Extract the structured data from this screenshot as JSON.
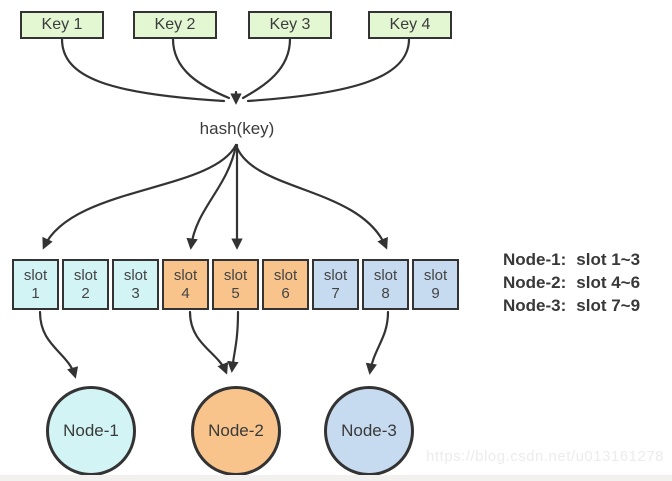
{
  "palette": {
    "key_fill": "#e3f7d3",
    "cyan_fill": "#d2f4f5",
    "orange_fill": "#f8c48c",
    "blue_fill": "#c7dbf0",
    "stroke": "#333333",
    "text": "#3d3d3d",
    "watermark_color": "#ececec"
  },
  "keys": [
    {
      "label": "Key 1"
    },
    {
      "label": "Key 2"
    },
    {
      "label": "Key 3"
    },
    {
      "label": "Key 4"
    }
  ],
  "hash_label": "hash(key)",
  "slots": [
    {
      "word": "slot",
      "num": "1",
      "color": "#d2f4f5"
    },
    {
      "word": "slot",
      "num": "2",
      "color": "#d2f4f5"
    },
    {
      "word": "slot",
      "num": "3",
      "color": "#d2f4f5"
    },
    {
      "word": "slot",
      "num": "4",
      "color": "#f8c48c"
    },
    {
      "word": "slot",
      "num": "5",
      "color": "#f8c48c"
    },
    {
      "word": "slot",
      "num": "6",
      "color": "#f8c48c"
    },
    {
      "word": "slot",
      "num": "7",
      "color": "#c7dbf0"
    },
    {
      "word": "slot",
      "num": "8",
      "color": "#c7dbf0"
    },
    {
      "word": "slot",
      "num": "9",
      "color": "#c7dbf0"
    }
  ],
  "legend": [
    {
      "name": "Node-1:",
      "range": "slot 1~3"
    },
    {
      "name": "Node-2:",
      "range": "slot 4~6"
    },
    {
      "name": "Node-3:",
      "range": "slot 7~9"
    }
  ],
  "nodes": [
    {
      "label": "Node-1",
      "color": "#d2f4f5"
    },
    {
      "label": "Node-2",
      "color": "#f8c48c"
    },
    {
      "label": "Node-3",
      "color": "#c7dbf0"
    }
  ],
  "watermark": "https://blog.csdn.net/u013161278"
}
